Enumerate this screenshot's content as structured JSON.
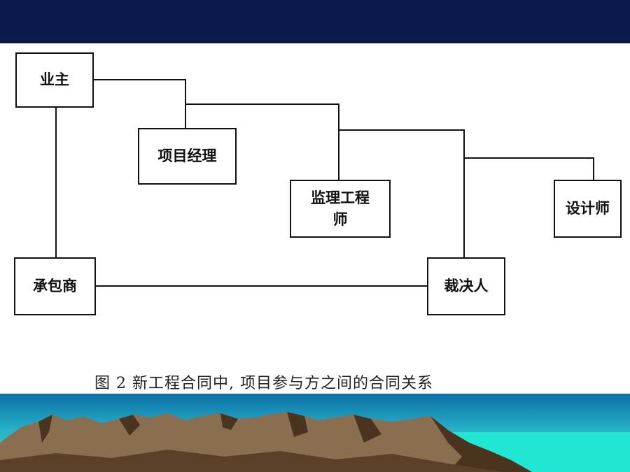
{
  "diagram": {
    "nodes": {
      "owner": "业主",
      "project_manager": "项目经理",
      "supervising_engineer": "监理工程师",
      "designer": "设计师",
      "contractor": "承包商",
      "adjudicator": "裁决人"
    },
    "caption": "图 2   新工程合同中, 项目参与方之间的合同关系"
  },
  "colors": {
    "top_bar": "#0b1a4a",
    "sky": "#29b6c8",
    "sea": "#20e0d0",
    "mountain": "#8a6e50",
    "mountain_shadow": "#4a3420"
  }
}
